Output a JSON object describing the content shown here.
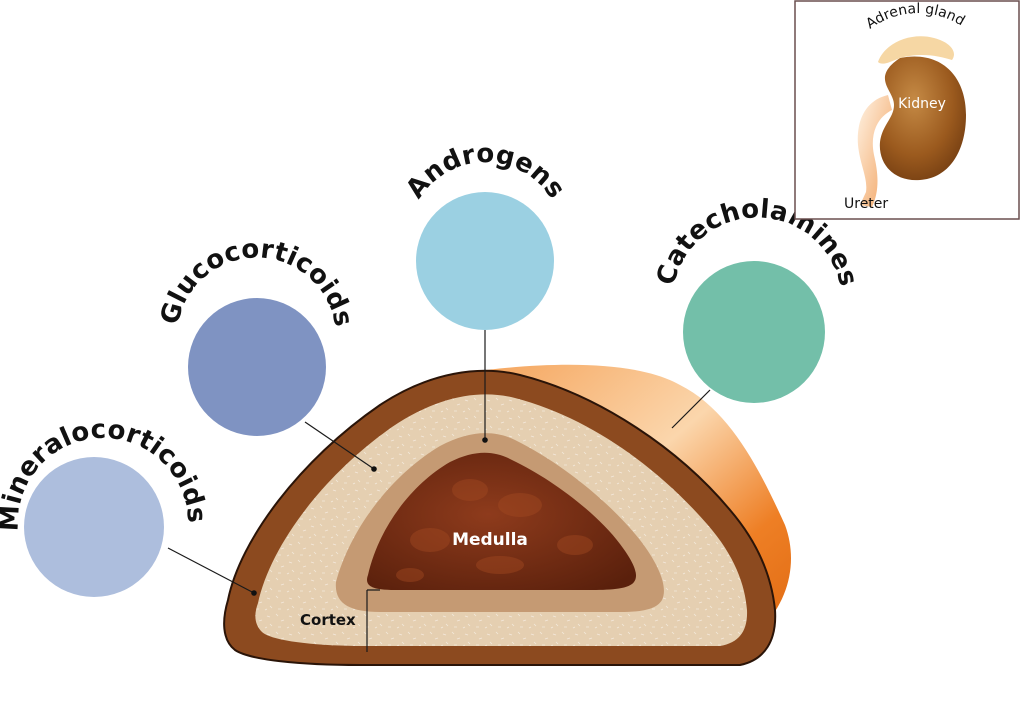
{
  "hormones": [
    {
      "label": "Mineralocorticoids",
      "color": "#adbedd"
    },
    {
      "label": "Glucocorticoids",
      "color": "#7f93c2"
    },
    {
      "label": "Androgens",
      "color": "#9bd0e2"
    },
    {
      "label": "Catecholamines",
      "color": "#73bfa9"
    }
  ],
  "gland": {
    "medulla_label": "Medulla",
    "cortex_label": "Cortex",
    "capsule_color": "#8c4a1f",
    "cortex_color": "#e5cfb1",
    "inner_zone_color": "#c59a73",
    "medulla_color": "#6b2a12",
    "fat_color": "#e8731c"
  },
  "inset": {
    "adrenal_label": "Adrenal gland",
    "kidney_label": "Kidney",
    "ureter_label": "Ureter",
    "kidney_color": "#9b5a1e"
  }
}
